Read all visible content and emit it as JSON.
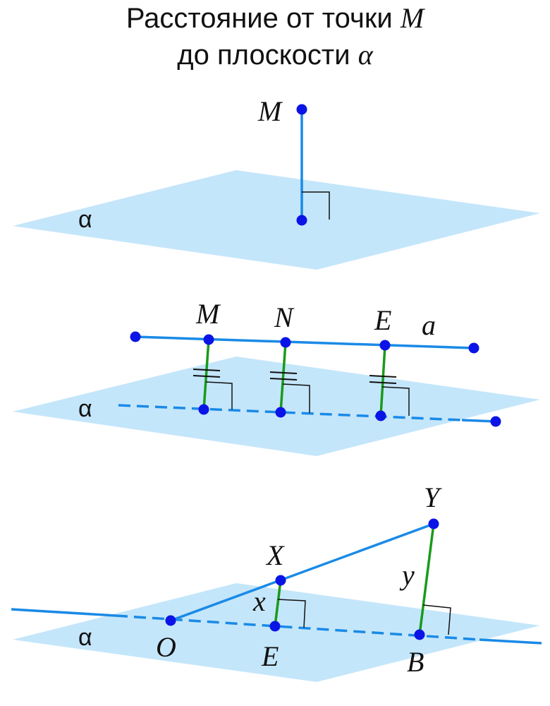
{
  "title": {
    "line1_text": "Расстояние от точки",
    "line1_var": "M",
    "line2_text": "до плоскости",
    "line2_var": "α"
  },
  "colors": {
    "plane": "#c4e6fb",
    "line": "#1a8ae6",
    "perpendicular": "#1a9a1a",
    "point": "#0a14e6",
    "text": "#111111"
  },
  "diagram1": {
    "plane_label": "α",
    "point_label": "M"
  },
  "diagram2": {
    "plane_label": "α",
    "line_label": "a",
    "point_labels": [
      "M",
      "N",
      "E"
    ]
  },
  "diagram3": {
    "plane_label": "α",
    "points": {
      "O": "O",
      "X": "X",
      "Y": "Y",
      "E": "E",
      "B": "B"
    },
    "distance_labels": {
      "x": "x",
      "y": "y"
    }
  }
}
